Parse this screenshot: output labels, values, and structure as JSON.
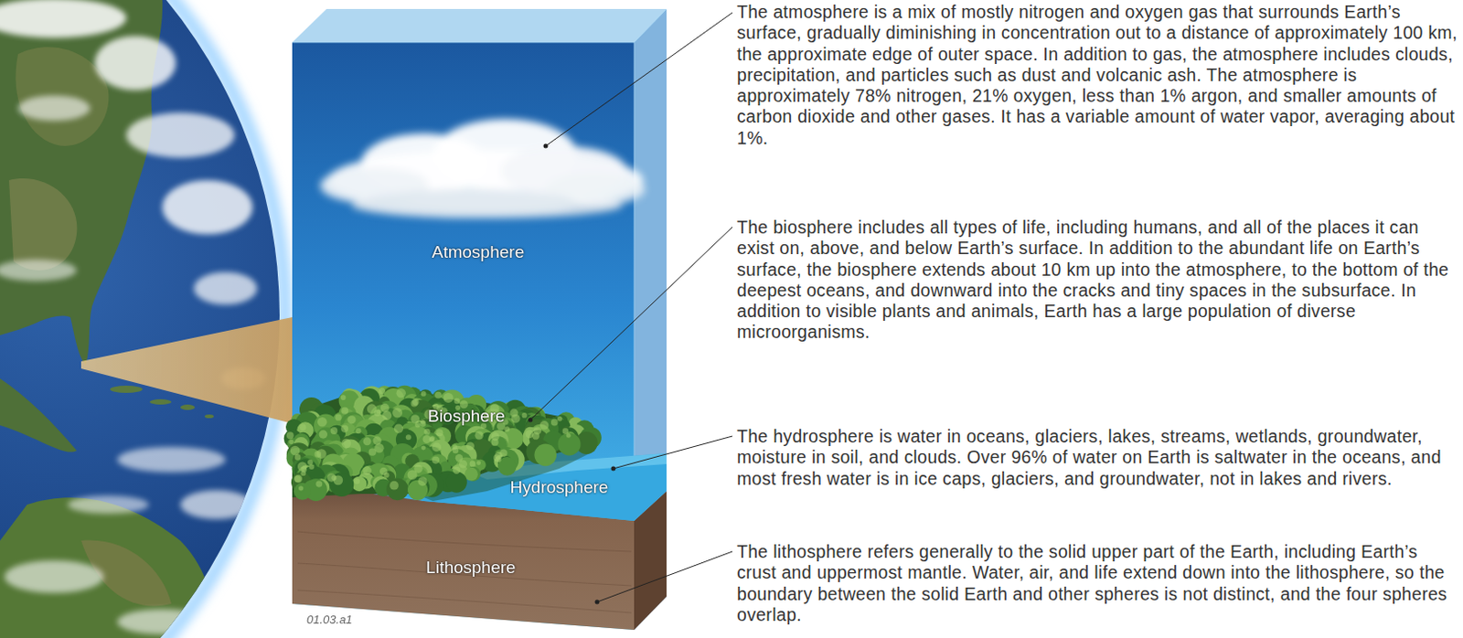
{
  "diagram": {
    "labels": [
      "The atmosphere is a mix of mostly nitrogen and oxygen gas that surrounds Earth’s surface, gradually diminishing in concentration out to a distance of approximately 100 km, the approximate edge of outer space. In addition to gas, the atmosphere includes clouds, precipitation, and particles such as dust and volcanic ash. The atmosphere is approximately 78% nitrogen, 21% oxygen, less than 1% argon, and smaller amounts of carbon dioxide and other gases. It has a variable amount of water vapor, averaging about 1%.",
      "The biosphere includes all types of life, including humans, and all of the places it can exist on, above, and below Earth’s surface. In addition to the abundant life on Earth’s surface, the biosphere extends about 10 km up into the atmosphere, to the bottom of the deepest oceans, and downward into the cracks and tiny spaces in the subsurface. In addition to visible plants and animals, Earth has a large population of diverse microorganisms.",
      "The hydrosphere is water in oceans, glaciers, lakes, streams, wetlands, groundwater, moisture in soil, and clouds. Over 96% of water on Earth is saltwater in the oceans, and most fresh water is in ice caps, glaciers, and groundwater, not in lakes and rivers.",
      "The lithosphere refers generally to the solid upper part of the Earth, including Earth’s crust and uppermost mantle. Water, air, and life extend down into the lithosphere, so the boundary between the solid Earth and other spheres is not distinct, and the four spheres overlap.",
      "Atmosphere",
      "Biosphere",
      "Hydrosphere",
      "Lithosphere",
      "01.03.a1"
    ]
  }
}
